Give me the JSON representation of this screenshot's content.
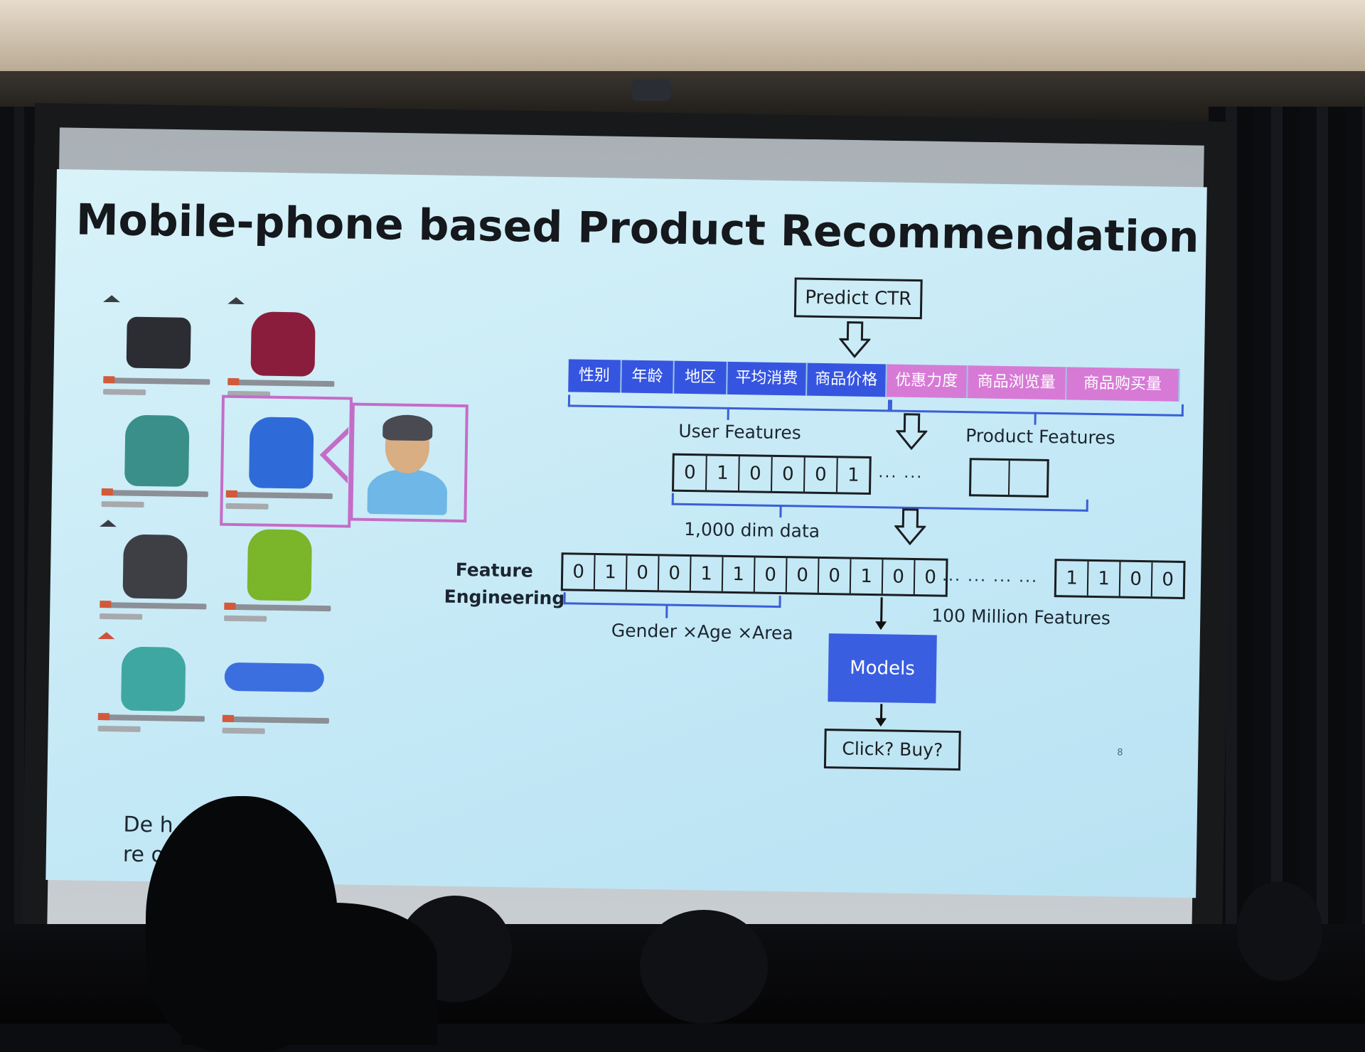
{
  "slide": {
    "title": "Mobile-phone based Product Recommendation",
    "bottom_text_line1": "De      h product to",
    "bottom_text_line2": "re           obile device",
    "page_number": "8"
  },
  "diagram": {
    "predict_ctr": "Predict CTR",
    "feature_columns": [
      {
        "label": "性别",
        "group": "user"
      },
      {
        "label": "年龄",
        "group": "user"
      },
      {
        "label": "地区",
        "group": "user"
      },
      {
        "label": "平均消费",
        "group": "user"
      },
      {
        "label": "商品价格",
        "group": "user"
      },
      {
        "label": "优惠力度",
        "group": "product"
      },
      {
        "label": "商品浏览量",
        "group": "product"
      },
      {
        "label": "商品购买量",
        "group": "product"
      }
    ],
    "user_features_label": "User Features",
    "product_features_label": "Product Features",
    "row1_bits": [
      "0",
      "1",
      "0",
      "0",
      "0",
      "1"
    ],
    "row1_dots": "...   ...",
    "dim_label": "1,000 dim data",
    "feature_engineering_label_1": "Feature",
    "feature_engineering_label_2": "Engineering",
    "row2_bits": [
      "0",
      "1",
      "0",
      "0",
      "1",
      "1",
      "0",
      "0",
      "0",
      "1",
      "0",
      "0"
    ],
    "row2_dots": "...   ...   ...   ...",
    "row2_tail_bits": [
      "1",
      "1",
      "0",
      "0"
    ],
    "hundred_million_label": "100 Million Features",
    "cross_label": "Gender ×Age ×Area",
    "models_label": "Models",
    "click_buy_label": "Click?   Buy?",
    "colors": {
      "user_bar": "#3555e0",
      "product_bar": "#d77ad6",
      "brace": "#3a5fd6",
      "models": "#3a5ee0",
      "highlight": "#c56cc8"
    }
  },
  "products": [
    {
      "icon": "adidas-logo",
      "color": "#2b2d33"
    },
    {
      "icon": "adidas-logo",
      "color": "#8b1d3c"
    },
    {
      "icon": "none",
      "color": "#3a8f8a"
    },
    {
      "icon": "none",
      "color": "#2f6bd8"
    },
    {
      "icon": "adidas-logo",
      "color": "#3d3f45"
    },
    {
      "icon": "none",
      "color": "#7ab52a"
    },
    {
      "icon": "nike-logo",
      "color": "#3fa7a1"
    },
    {
      "icon": "none",
      "color": "#3b6fe0"
    }
  ]
}
